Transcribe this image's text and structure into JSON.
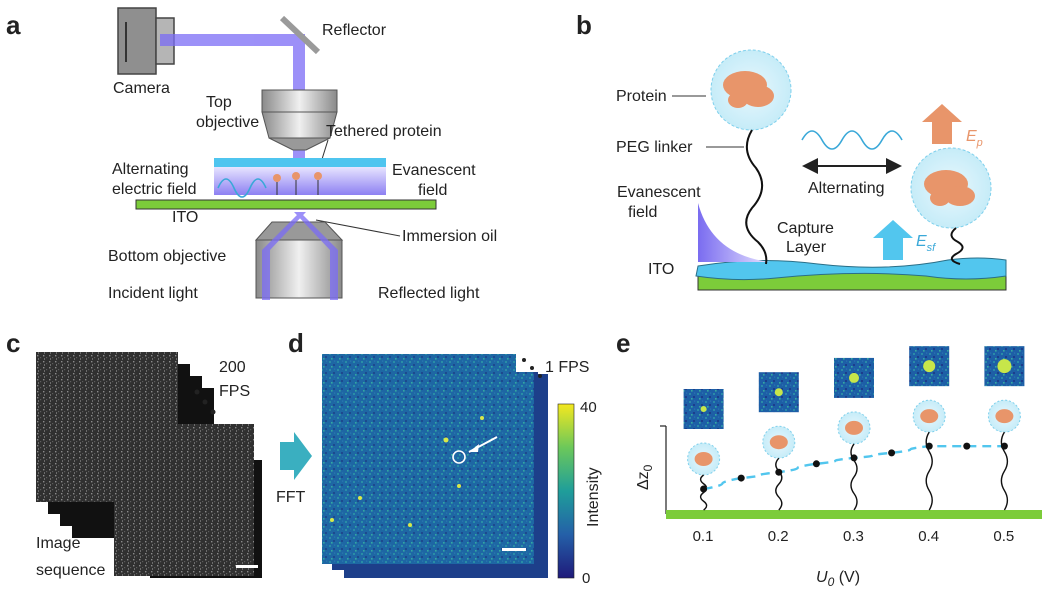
{
  "panels": {
    "a": {
      "letter": "a",
      "labels": {
        "camera": "Camera",
        "reflector": "Reflector",
        "top_objective_1": "Top",
        "top_objective_2": "objective",
        "tethered_protein": "Tethered protein",
        "alternating_1": "Alternating",
        "alternating_2": "electric field",
        "evanescent_1": "Evanescent",
        "evanescent_2": "field",
        "ito": "ITO",
        "immersion_oil": "Immersion oil",
        "bottom_objective": "Bottom objective",
        "incident_light": "Incident light",
        "reflected_light": "Reflected light"
      }
    },
    "b": {
      "letter": "b",
      "labels": {
        "protein": "Protein",
        "peg_linker": "PEG linker",
        "evanescent_1": "Evanescent",
        "evanescent_2": "field",
        "alternating": "Alternating",
        "capture_1": "Capture",
        "capture_2": "Layer",
        "ito": "ITO",
        "ep_main": "E",
        "ep_sub": "p",
        "esf_main": "E",
        "esf_sub": "sf"
      }
    },
    "c": {
      "letter": "c",
      "labels": {
        "fps_1": "200",
        "fps_2": "FPS",
        "seq_1": "Image",
        "seq_2": "sequence",
        "fft": "FFT"
      }
    },
    "d": {
      "letter": "d",
      "labels": {
        "fps": "1 FPS",
        "colorbar_title": "Intensity",
        "colorbar_max": "40",
        "colorbar_min": "0"
      }
    },
    "e": {
      "letter": "e",
      "ylabel_main": "Δz",
      "ylabel_sub": "0",
      "xlabel_main": "U",
      "xlabel_sub": "0",
      "xlabel_unit": " (V)",
      "xticks": [
        "0.1",
        "0.2",
        "0.3",
        "0.4",
        "0.5"
      ]
    }
  },
  "colors": {
    "beam": "#7b6cf6",
    "ito_green": "#7ccc3a",
    "capture_blue": "#52c6ee",
    "protein_orange": "#e8956a",
    "arrow_teal": "#3aafc0",
    "ep_orange": "#e8956a"
  },
  "chart_data": {
    "type": "scatter",
    "title": "",
    "xlabel": "U0 (V)",
    "ylabel": "Δz0",
    "x": [
      0.1,
      0.15,
      0.2,
      0.25,
      0.3,
      0.35,
      0.4,
      0.45,
      0.5
    ],
    "y": [
      0.25,
      0.38,
      0.45,
      0.55,
      0.62,
      0.68,
      0.76,
      0.76,
      0.76
    ],
    "xlim": [
      0.05,
      0.55
    ],
    "ylim": [
      0,
      1
    ],
    "fit_line": "dashed"
  }
}
